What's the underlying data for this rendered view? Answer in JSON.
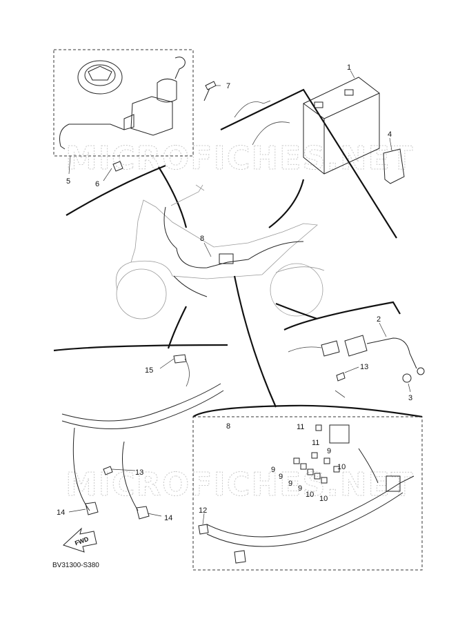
{
  "diagram_code": "BV31300-S380",
  "watermark": "MICROFICHES.NET",
  "fwd_label": "FWD",
  "callouts": [
    {
      "id": "c1",
      "text": "1"
    },
    {
      "id": "c2",
      "text": "2"
    },
    {
      "id": "c3",
      "text": "3"
    },
    {
      "id": "c4",
      "text": "4"
    },
    {
      "id": "c5",
      "text": "5"
    },
    {
      "id": "c6",
      "text": "6"
    },
    {
      "id": "c7",
      "text": "7"
    },
    {
      "id": "c8a",
      "text": "8"
    },
    {
      "id": "c8b",
      "text": "8"
    },
    {
      "id": "c9a",
      "text": "9"
    },
    {
      "id": "c9b",
      "text": "9"
    },
    {
      "id": "c9c",
      "text": "9"
    },
    {
      "id": "c9d",
      "text": "9"
    },
    {
      "id": "c9e",
      "text": "9"
    },
    {
      "id": "c10a",
      "text": "10"
    },
    {
      "id": "c10b",
      "text": "10"
    },
    {
      "id": "c10c",
      "text": "10"
    },
    {
      "id": "c11a",
      "text": "11"
    },
    {
      "id": "c11b",
      "text": "11"
    },
    {
      "id": "c12",
      "text": "12"
    },
    {
      "id": "c13a",
      "text": "13"
    },
    {
      "id": "c13b",
      "text": "13"
    },
    {
      "id": "c14a",
      "text": "14"
    },
    {
      "id": "c14b",
      "text": "14"
    },
    {
      "id": "c15",
      "text": "15"
    }
  ]
}
